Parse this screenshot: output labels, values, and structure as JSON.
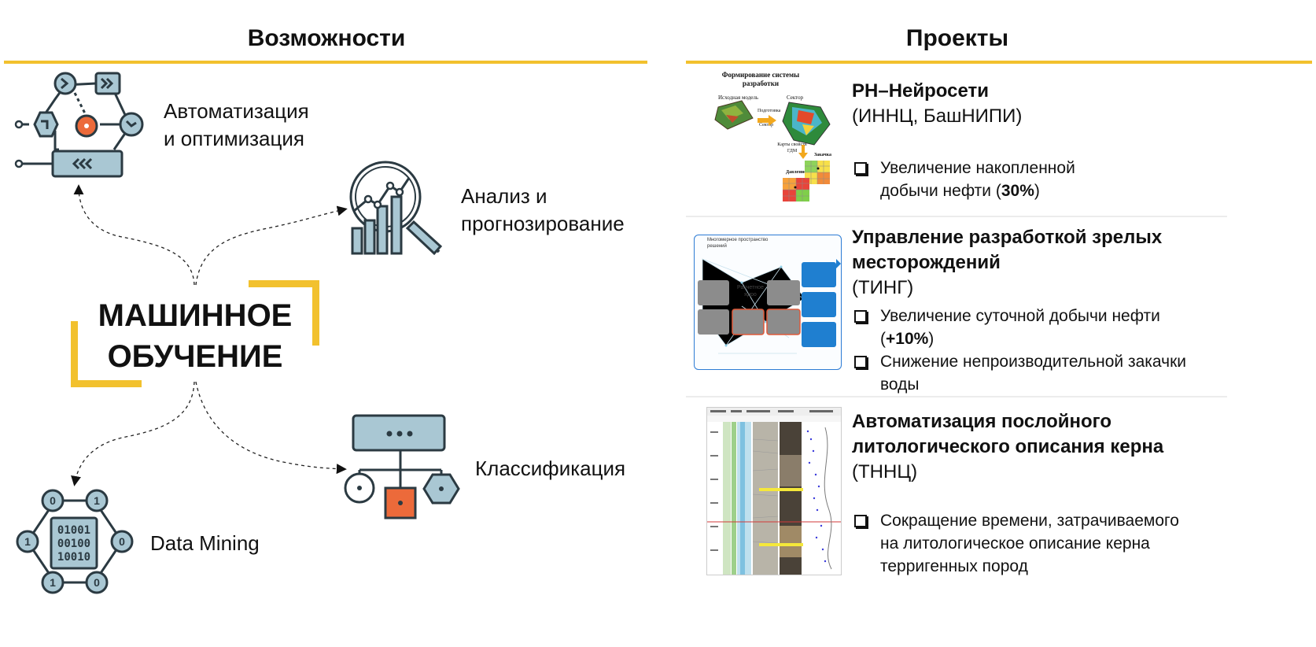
{
  "left": {
    "title": "Возможности",
    "center": {
      "line1": "МАШИННОЕ",
      "line2": "ОБУЧЕНИЕ"
    },
    "automation": {
      "line1": "Автоматизация",
      "line2": "и оптимизация"
    },
    "analysis": {
      "line1": "Анализ и",
      "line2": "прогнозирование"
    },
    "classification": "Классификация",
    "datamining": "Data Mining",
    "binary": {
      "row1": "01001",
      "row2": "00100",
      "row3": "10010"
    },
    "hex_digits": {
      "top_left": "0",
      "top_right": "1",
      "left": "1",
      "right": "0",
      "bottom_left": "1",
      "bottom_right": "0"
    }
  },
  "right": {
    "title": "Проекты",
    "project1": {
      "title": "РН–Нейросети",
      "subtitle": "(ИННЦ, БашНИПИ)",
      "bullet1_pre": "Увеличение накопленной",
      "bullet1_line2_pre": "добычи нефти (",
      "bullet1_bold": "30%",
      "bullet1_post": ")",
      "thumb_title": "Формирование системы разработки",
      "thumb_labels": {
        "model": "Исходная модель",
        "prep": "Подготовка",
        "sector_lbl": "Сектор",
        "sector": "Сектор",
        "maps": "Карты свойств ГДМ",
        "inj": "Закачка",
        "prod": "Давление"
      }
    },
    "project2": {
      "title_line1": "Управление разработкой зрелых",
      "title_line2": "месторождений",
      "subtitle": "(ТИНГ)",
      "bullet1": "Увеличение суточной добычи нефти",
      "bullet1_line2_pre": "(",
      "bullet1_bold": "+10%",
      "bullet1_post": ")",
      "bullet2_line1": "Снижение непроизводительной закачки",
      "bullet2_line2": "воды",
      "thumb_header": "Многомерное пространство решений",
      "thumb_core": "Расчетное ядро"
    },
    "project3": {
      "title_line1": "Автоматизация послойного",
      "title_line2": "литологического описания керна",
      "subtitle": "(ТННЦ)",
      "bullet1_line1": "Сокращение времени, затрачиваемого",
      "bullet1_line2": "на литологическое описание керна",
      "bullet1_line3": "терригенных пород"
    }
  },
  "colors": {
    "accent": "#f2c12e",
    "icon_fill": "#a9c7d3",
    "icon_stroke": "#2b3a42",
    "orange": "#ec6a3a",
    "blue": "#1a73c8"
  }
}
